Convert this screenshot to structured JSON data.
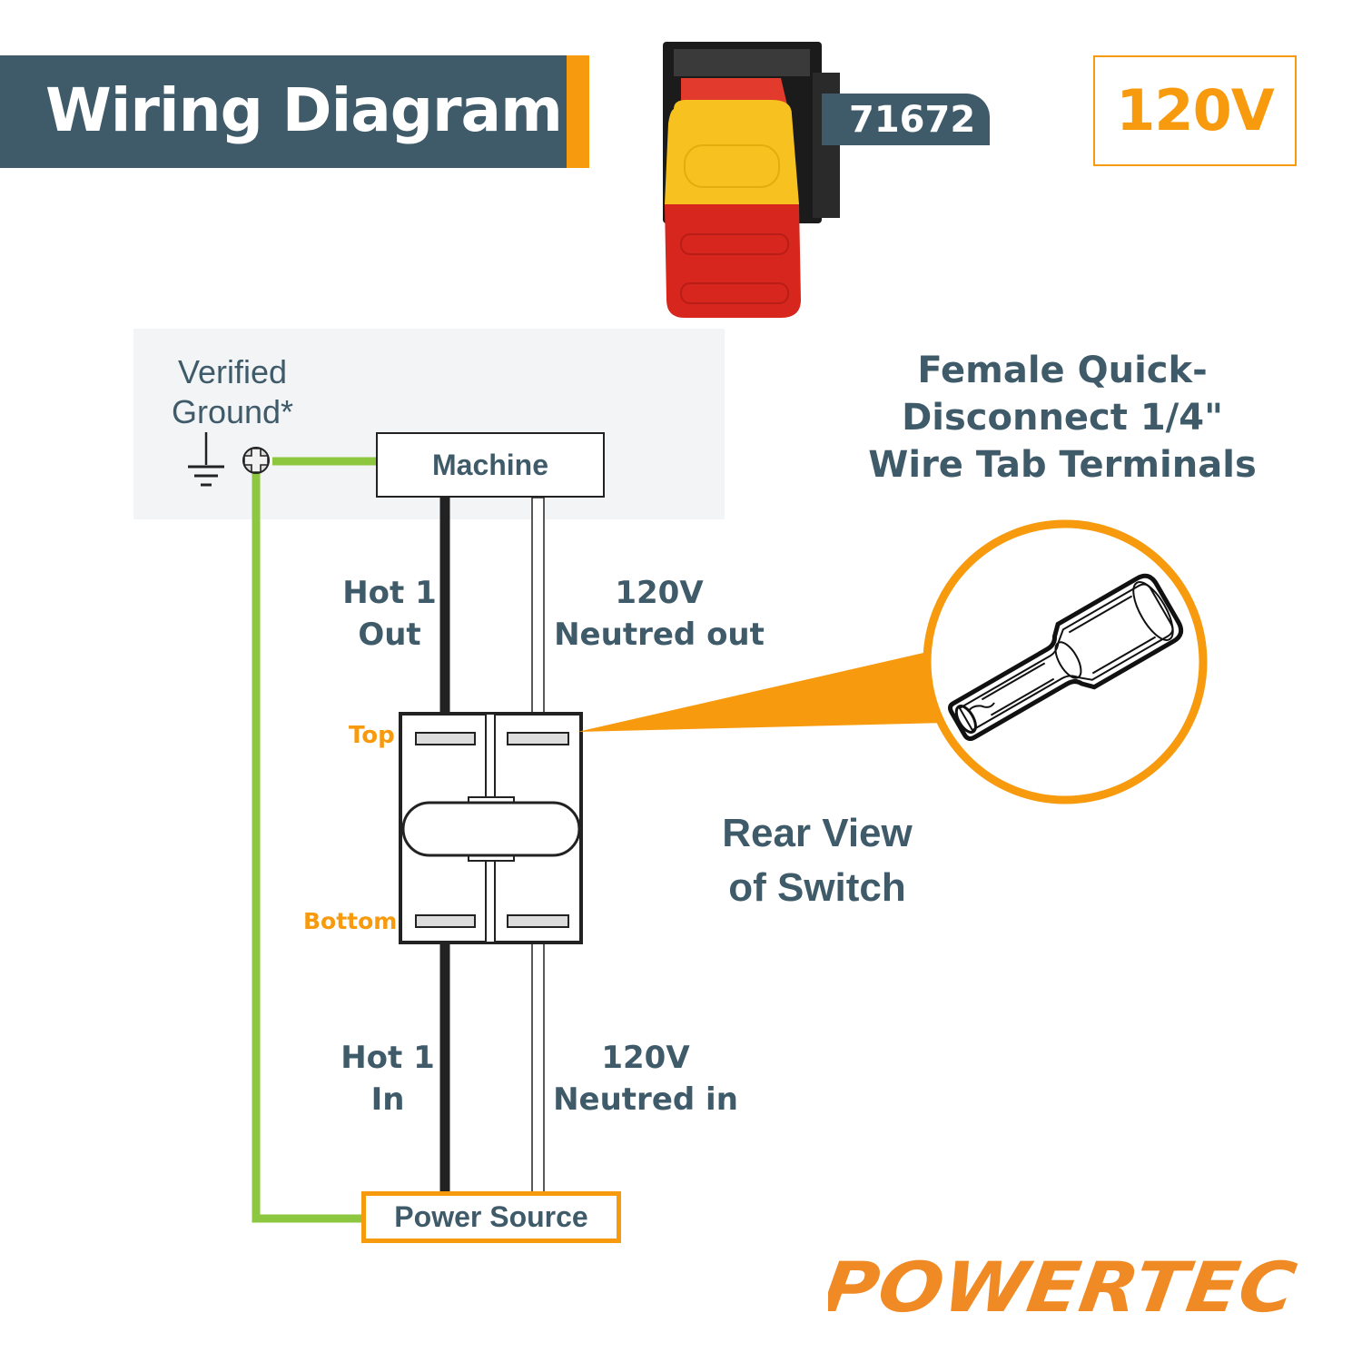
{
  "header": {
    "title": "Wiring Diagram",
    "model_number": "71672",
    "voltage": "120V"
  },
  "diagram": {
    "ground_label_line1": "Verified",
    "ground_label_line2": "Ground*",
    "machine_label": "Machine",
    "power_source_label": "Power Source",
    "hot_out_line1": "Hot 1",
    "hot_out_line2": "Out",
    "neutral_out_line1": "120V",
    "neutral_out_line2": "Neutred out",
    "hot_in_line1": "Hot 1",
    "hot_in_line2": "In",
    "neutral_in_line1": "120V",
    "neutral_in_line2": "Neutred in",
    "terminal_top_label": "Top",
    "terminal_bottom_label": "Bottom",
    "rear_view_line1": "Rear View",
    "rear_view_line2": "of Switch"
  },
  "callout": {
    "line1": "Female Quick-",
    "line2": "Disconnect 1/4\"",
    "line3": "Wire Tab Terminals"
  },
  "brand": {
    "logo_text": "POWERTEC"
  },
  "colors": {
    "slate": "#3f5b6a",
    "orange": "#f79a0e",
    "ground_green": "#8dc63f",
    "hot_wire": "#222222",
    "switch_red": "#d7261e",
    "switch_yellow": "#f7c21f"
  }
}
